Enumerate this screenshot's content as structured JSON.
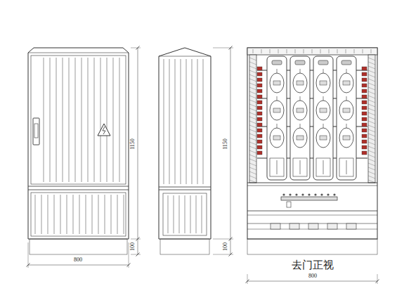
{
  "diagram": {
    "labels": [
      "1150",
      "100",
      "800",
      "1150",
      "100",
      "去门正视",
      "800"
    ]
  }
}
